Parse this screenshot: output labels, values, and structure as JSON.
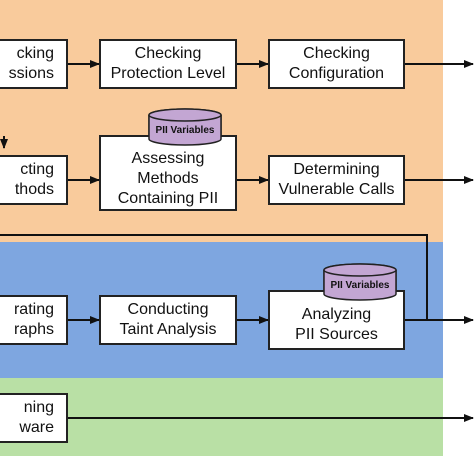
{
  "colors": {
    "orange_band": "#f9cb9c",
    "blue_band": "#7ea6e0",
    "green_band": "#b9e0a5",
    "database_fill": "#c3a6d3",
    "line": "#222222"
  },
  "nodes": {
    "checking_sessions": "cking\nssions",
    "checking_protection_level": "Checking\nProtection Level",
    "checking_configuration": "Checking\nConfiguration",
    "detecting_methods": "cting\nthods",
    "assessing_methods": "Assessing\nMethods\nContaining PII",
    "determining_vulnerable_calls": "Determining\nVulnerable Calls",
    "generating_graphs": "rating\nraphs",
    "conducting_taint_analysis": "Conducting\nTaint Analysis",
    "analyzing_pii_sources": "Analyzing\nPII Sources",
    "scanning_malware": "ning\nware"
  },
  "databases": {
    "pii_variables_top": "PII Variables",
    "pii_variables_bottom": "PII Variables"
  }
}
